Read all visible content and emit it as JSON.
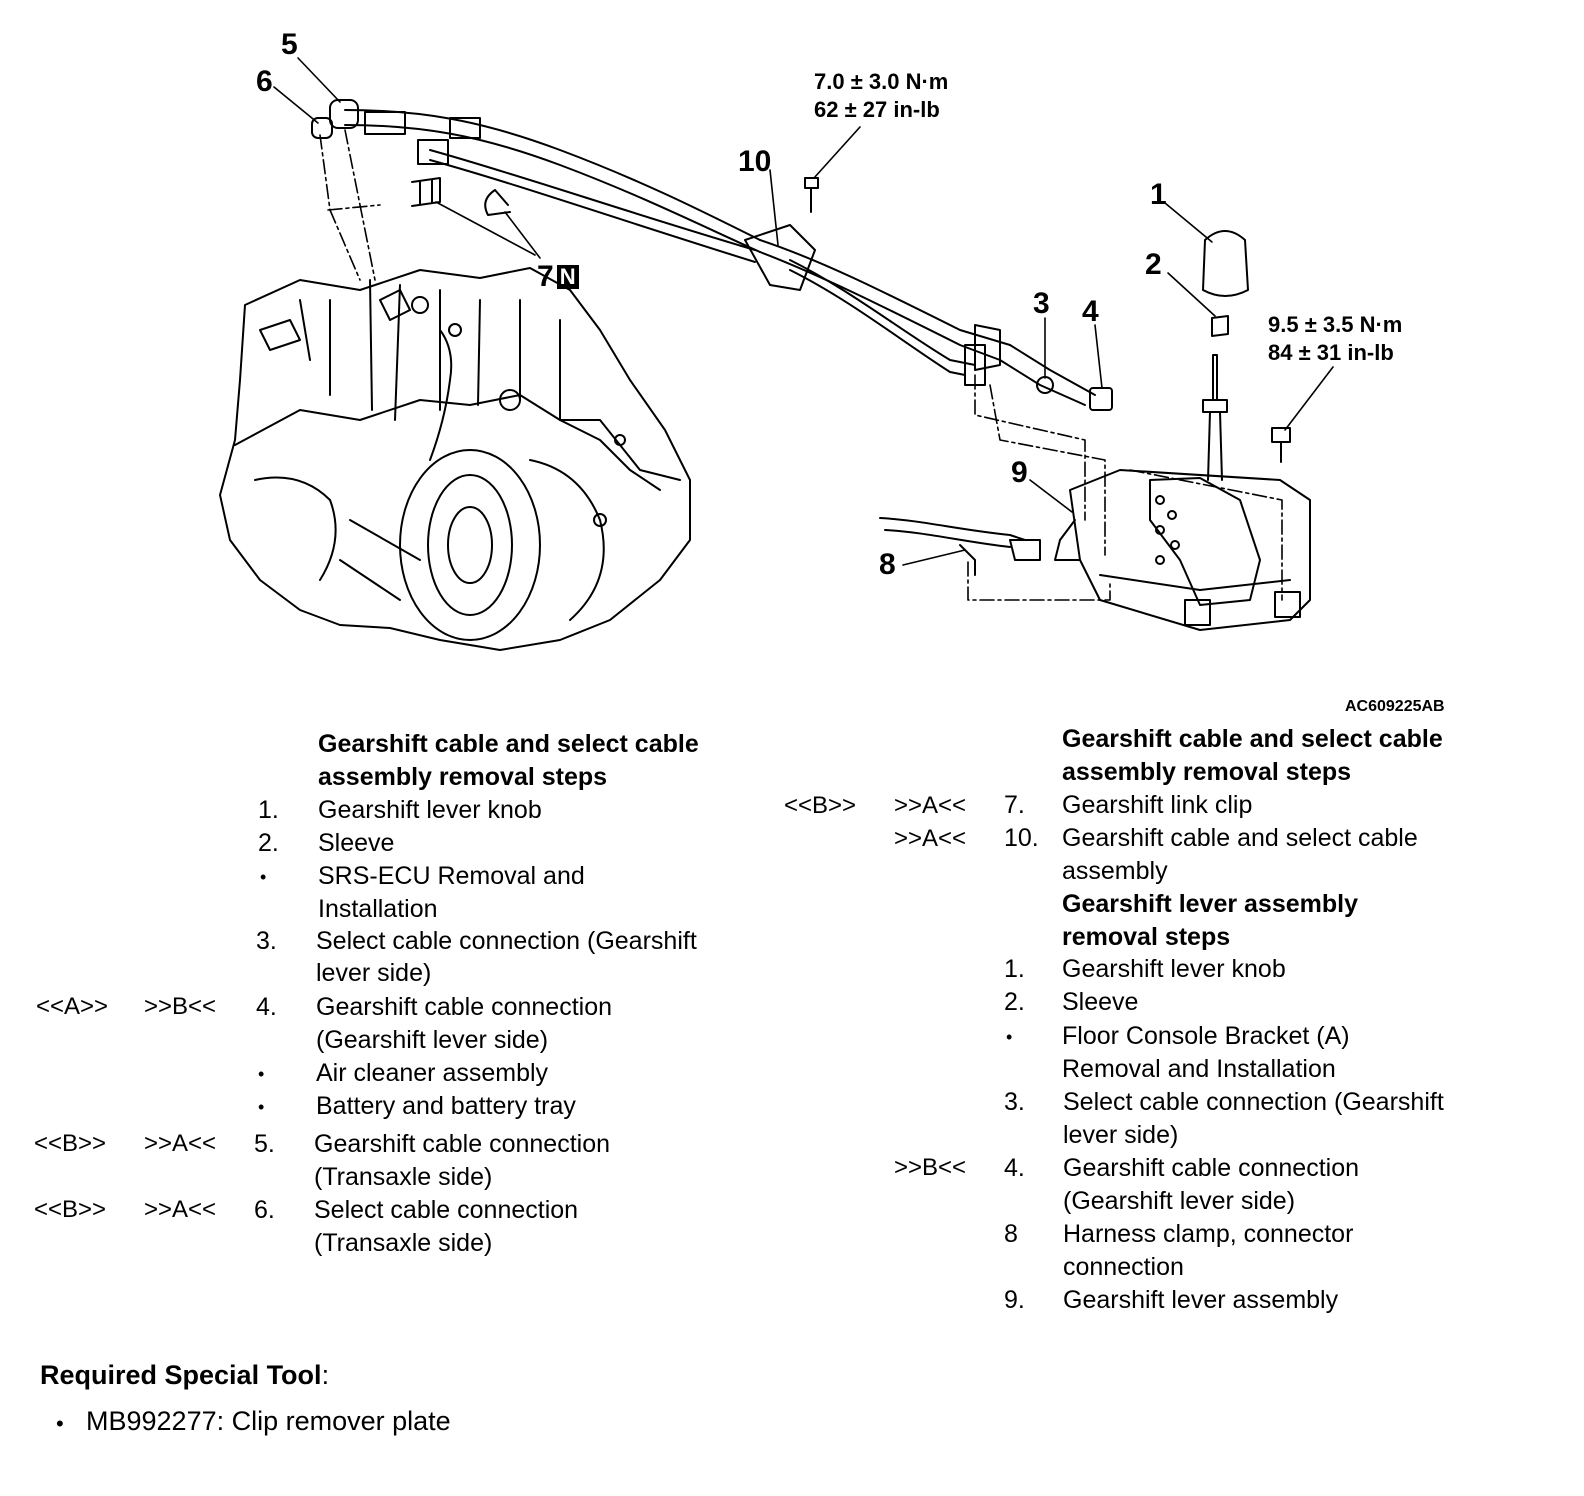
{
  "figure": {
    "code": "AC609225AB",
    "callouts": {
      "c1": "1",
      "c2": "2",
      "c3": "3",
      "c4": "4",
      "c5": "5",
      "c6": "6",
      "c7": "7",
      "c7_badge": "N",
      "c8": "8",
      "c9": "9",
      "c10": "10"
    },
    "torque_top": {
      "line1": "7.0 ± 3.0 N·m",
      "line2": "62 ± 27 in-lb"
    },
    "torque_right": {
      "line1": "9.5 ± 3.5 N·m",
      "line2": "84 ± 31 in-lb"
    }
  },
  "left_list": {
    "heading_1": "Gearshift cable and select cable",
    "heading_2": "assembly removal steps",
    "items": [
      {
        "ref1": "",
        "ref2": "",
        "num": "1.",
        "lines": [
          "Gearshift lever knob"
        ]
      },
      {
        "ref1": "",
        "ref2": "",
        "num": "2.",
        "lines": [
          "Sleeve"
        ]
      },
      {
        "ref1": "",
        "ref2": "",
        "num": "•",
        "lines": [
          "SRS-ECU Removal and",
          "Installation"
        ]
      },
      {
        "ref1": "",
        "ref2": "",
        "num": "3.",
        "lines": [
          "Select cable connection (Gearshift",
          "lever side)"
        ]
      },
      {
        "ref1": "<<A>>",
        "ref2": ">>B<<",
        "num": "4.",
        "lines": [
          "Gearshift cable connection",
          "(Gearshift lever side)"
        ]
      },
      {
        "ref1": "",
        "ref2": "",
        "num": "•",
        "lines": [
          "Air cleaner assembly"
        ]
      },
      {
        "ref1": "",
        "ref2": "",
        "num": "•",
        "lines": [
          "Battery and battery tray"
        ]
      },
      {
        "ref1": "<<B>>",
        "ref2": ">>A<<",
        "num": "5.",
        "lines": [
          "Gearshift cable connection",
          "(Transaxle side)"
        ]
      },
      {
        "ref1": "<<B>>",
        "ref2": ">>A<<",
        "num": "6.",
        "lines": [
          "Select cable connection",
          "(Transaxle side)"
        ]
      }
    ]
  },
  "right_list": {
    "heading_1": "Gearshift cable and select cable",
    "heading_2": "assembly removal steps",
    "items_a": [
      {
        "ref1": "<<B>>",
        "ref2": ">>A<<",
        "num": "7.",
        "lines": [
          "Gearshift link clip"
        ]
      },
      {
        "ref1": "",
        "ref2": ">>A<<",
        "num": "10.",
        "lines": [
          "Gearshift cable and select cable",
          "assembly"
        ]
      }
    ],
    "heading2_1": "Gearshift lever assembly",
    "heading2_2": "removal steps",
    "items_b": [
      {
        "ref2": "",
        "num": "1.",
        "lines": [
          "Gearshift lever knob"
        ]
      },
      {
        "ref2": "",
        "num": "2.",
        "lines": [
          "Sleeve"
        ]
      },
      {
        "ref2": "",
        "num": "•",
        "lines": [
          "Floor Console Bracket (A)",
          "Removal and Installation"
        ]
      },
      {
        "ref2": "",
        "num": "3.",
        "lines": [
          "Select cable connection (Gearshift",
          "lever side)"
        ]
      },
      {
        "ref2": ">>B<<",
        "num": "4.",
        "lines": [
          "Gearshift cable connection",
          "(Gearshift lever side)"
        ]
      },
      {
        "ref2": "",
        "num": "8",
        "lines": [
          "Harness clamp, connector",
          "connection"
        ]
      },
      {
        "ref2": "",
        "num": "9.",
        "lines": [
          "Gearshift lever assembly"
        ]
      }
    ]
  },
  "special_tool": {
    "heading": "Required Special Tool",
    "colon": ":",
    "items": [
      "MB992277: Clip remover plate"
    ]
  }
}
